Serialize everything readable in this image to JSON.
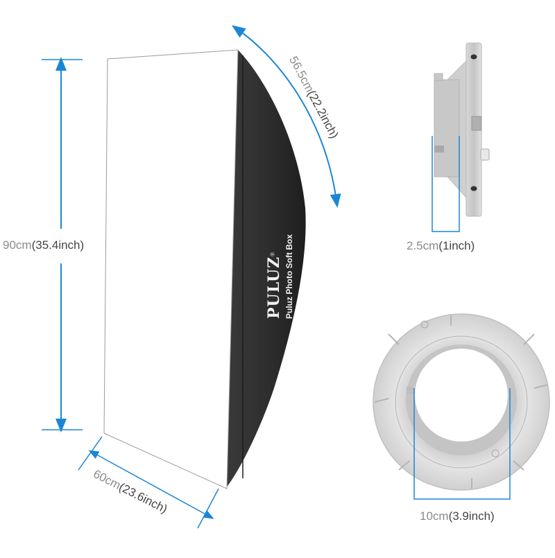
{
  "product": {
    "brand": "PULUZ",
    "brand_mark": "®",
    "product_name": "Puluz Photo Soft Box"
  },
  "dimensions": {
    "height": {
      "metric": "90cm",
      "imperial": "(35.4inch)"
    },
    "side_arc": {
      "metric": "56.5cm",
      "imperial": "(22.2inch)"
    },
    "width": {
      "metric": "60cm",
      "imperial": "(23.6inch)"
    },
    "mount_depth": {
      "metric": "2.5cm",
      "imperial": "(1inch)"
    },
    "mount_diameter": {
      "metric": "10cm",
      "imperial": "(3.9inch)"
    }
  },
  "colors": {
    "dimension_line": "#1a86d6",
    "softbox_side": "#2e2e2e",
    "softbox_front": "#ffffff",
    "metal": "#c8c8c8"
  }
}
